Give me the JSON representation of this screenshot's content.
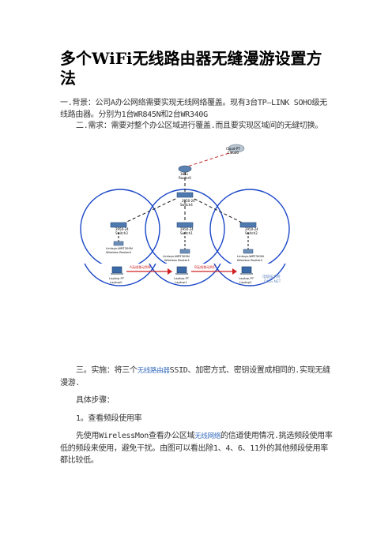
{
  "title": "多个WiFi无线路由器无缝漫游设置方法",
  "p1": {
    "prefix": "一.背景：公司A办公网络需要实现无线网络覆盖。现有3台TP—LINK SOHO级无线路由器。分别为1台WR845N和2台WR340G"
  },
  "p2": "二.需求：需要对整个办公区域进行覆盖.而且要实现区域间的无缝切换。",
  "p3": {
    "a": "三。实施：将三个",
    "link": "无线路由器",
    "b": "SSID、加密方式、密钥设置成相同的.实现无缝漫游."
  },
  "p4": "具体步骤：",
  "p5": "1。查看频段使用率",
  "p6": {
    "a": "先使用WirelessMon查看办公区域",
    "link": "无线网络",
    "b": "的信道使用情况.挑选频段使用率低的频段来使用，避免干扰。由图可以看出除1、4、6、11外的其他频段使用率都比较低。"
  },
  "diagram": {
    "cloud": [
      "Cloud-PT",
      "Cloud0"
    ],
    "router": [
      "1841",
      "Router0"
    ],
    "switch_top": [
      "2950-24",
      "Switch4"
    ],
    "switch_left": [
      "2950-24",
      "Switch3"
    ],
    "switch_mid": [
      "2950-24",
      "Switch1"
    ],
    "switch_right": [
      "2950-24",
      "Switch2"
    ],
    "wr_left": [
      "Linksys-WRT300N",
      "Wireless Router0"
    ],
    "wr_mid": [
      "Linksys-WRT300N",
      "Wireless Router1"
    ],
    "wr_right": [
      "Linksys-WRT300N",
      "Wireless Router2"
    ],
    "lap_left": [
      "Laptop-PT",
      "Laptop0"
    ],
    "lap_mid": [
      "Laptop-PT",
      "Laptop1"
    ],
    "lap_right": [
      "Laptop-PT",
      "Laptop2"
    ],
    "arrow_a": "A无线移动到B",
    "arrow_b": "B无线移动到C",
    "watermark": [
      "电脑技术网",
      "DNIS.NET"
    ]
  }
}
